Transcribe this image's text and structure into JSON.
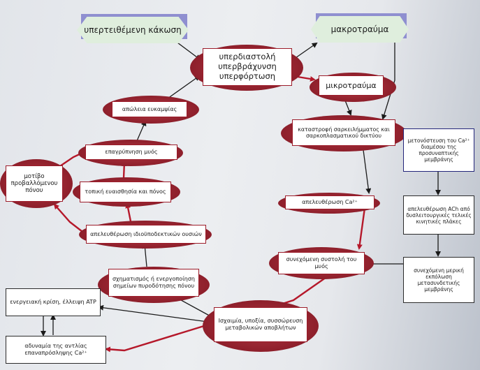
{
  "nodes": {
    "overuse": "υπερτειθέμενη κάκωση",
    "macrotrauma": "μακροτραύμα",
    "overload": "υπερδιαστολή υπερβράχυνση υπερφόρτωση",
    "microtrauma": "μικροτραύμα",
    "efficiency_loss": "απώλεια ευκαμψίας",
    "muscle_tension": "επαγρύπνηση μυός",
    "local_pain": "τοπική ευαισθησία και πόνος",
    "referred_pain": "μοτίβο προβαλλόμενου πόνου",
    "release_substances": "απελευθέρωση ιδιοϋποδεκτικών ουσιών",
    "trigger_points": "σχηματισμός ή ενεργοποίηση σημείων πυροδότησης πόνου",
    "energy_crisis": "ενεργειακή κρίση, έλλειψη ATP",
    "pump_failure": "αδυναμία της αντλίας επαναπρόσληψης Ca²⁺",
    "sarcolemma": "καταστροφή σαρκειλήμματος και σαρκοπλασματικού δικτύου",
    "ca_release": "απελευθέρωση Ca²⁺",
    "sustained_contraction": "συνεχόμενη συστολή του μυός",
    "ischemia": "Ισχαιμία, υποξία, συσσώρευση μεταβολικών αποβλήτων",
    "ca_transfer": "μετονόστευση του Ca²⁺ διαμέσου της προσυναπτικής μεμβράνης",
    "ach_release": "απελευθέρωση ACh από δυσλειτουργικές τελικές κινητικές πλάκες",
    "partial_depolarization": "συνεχόμενη μερική εκπόλωση μετασυνδετικής μεμβράνης"
  },
  "colors": {
    "red_arrow": "#b5182a",
    "black_arrow": "#1a1a1a",
    "ellipse": "#8e1f2b",
    "hex_fill": "#dfeedd",
    "hex_shadow": "#8f8fd0",
    "blue_border": "#23257a"
  }
}
